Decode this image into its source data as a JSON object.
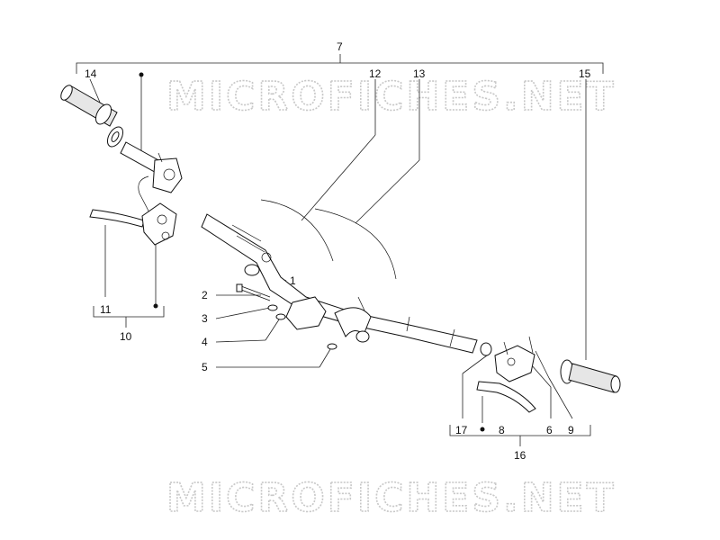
{
  "watermark": {
    "top": "MICROFICHES.NET",
    "bottom": "MICROFICHES.NET"
  },
  "callouts": {
    "c1": "1",
    "c2": "2",
    "c3": "3",
    "c4": "4",
    "c5": "5",
    "c6": "6",
    "c7": "7",
    "c8": "8",
    "c9": "9",
    "c10": "10",
    "c11": "11",
    "c12": "12",
    "c13": "13",
    "c14": "14",
    "c15": "15",
    "c16": "16",
    "c17": "17"
  }
}
